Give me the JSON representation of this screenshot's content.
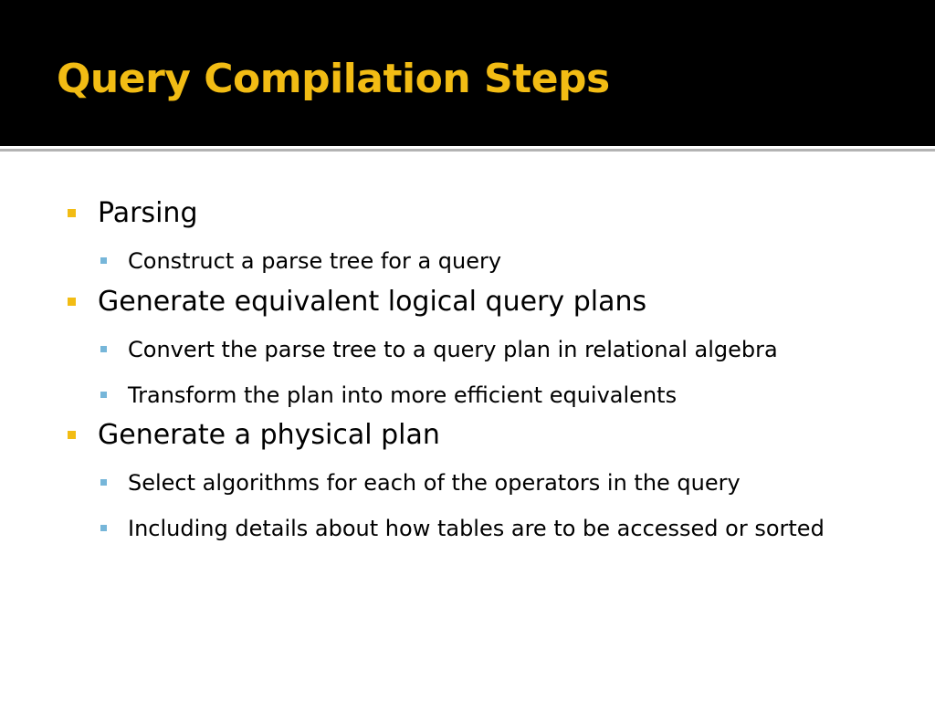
{
  "slide": {
    "title": "Query Compilation Steps",
    "colors": {
      "title_background": "#000000",
      "title_text": "#f2bc14",
      "level1_marker": "#f2bc14",
      "level2_marker": "#76b6d9",
      "body_text": "#000000"
    },
    "bullets": [
      {
        "level": 1,
        "text": "Parsing"
      },
      {
        "level": 2,
        "text": "Construct a parse tree for a query"
      },
      {
        "level": 1,
        "text": "Generate equivalent logical query plans"
      },
      {
        "level": 2,
        "text": "Convert the parse tree to a query plan in relational algebra"
      },
      {
        "level": 2,
        "text": "Transform the plan into more efficient equivalents"
      },
      {
        "level": 1,
        "text": "Generate a physical plan"
      },
      {
        "level": 2,
        "text": "Select algorithms for each of the operators in the query"
      },
      {
        "level": 2,
        "text": "Including details about how tables are to be accessed or sorted"
      }
    ]
  }
}
